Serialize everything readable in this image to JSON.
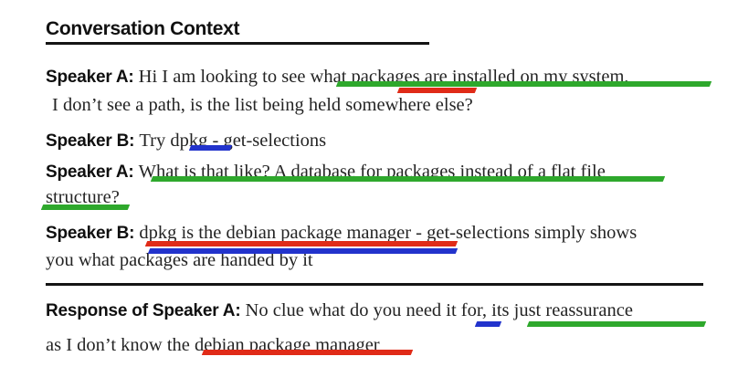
{
  "document": {
    "section_title": "Conversation Context",
    "response_section_label": "Response of Speaker A:"
  },
  "colors": {
    "highlight_green": "#2EA82C",
    "highlight_red": "#E02B18",
    "highlight_blue": "#2233CC",
    "rule": "#141414",
    "text": "#242424"
  },
  "conversation": {
    "turns": [
      {
        "speaker_label": "Speaker A:",
        "lines": [
          "Hi I am looking to see what packages are installed on my system,",
          "I don’t see a path, is the list being held somewhere else?"
        ]
      },
      {
        "speaker_label": "Speaker B:",
        "lines": [
          "Try dpkg - get-selections"
        ]
      },
      {
        "speaker_label": "Speaker A:",
        "lines": [
          "What is that like? A database for packages instead of  a flat file",
          "structure?"
        ]
      },
      {
        "speaker_label": "Speaker B:",
        "lines": [
          "dpkg is the debian package manager - get-selections simply shows",
          "you what packages are handed by it"
        ]
      }
    ]
  },
  "response": {
    "speaker_label": "Response of Speaker A:",
    "lines": [
      "No clue what do you need it for, its just reassurance",
      "as I don’t know the debian package manager"
    ]
  },
  "annotations": {
    "legend": [
      {
        "color": "#2EA82C",
        "name": "green-highlight"
      },
      {
        "color": "#E02B18",
        "name": "red-highlight"
      },
      {
        "color": "#2233CC",
        "name": "blue-highlight"
      }
    ]
  }
}
